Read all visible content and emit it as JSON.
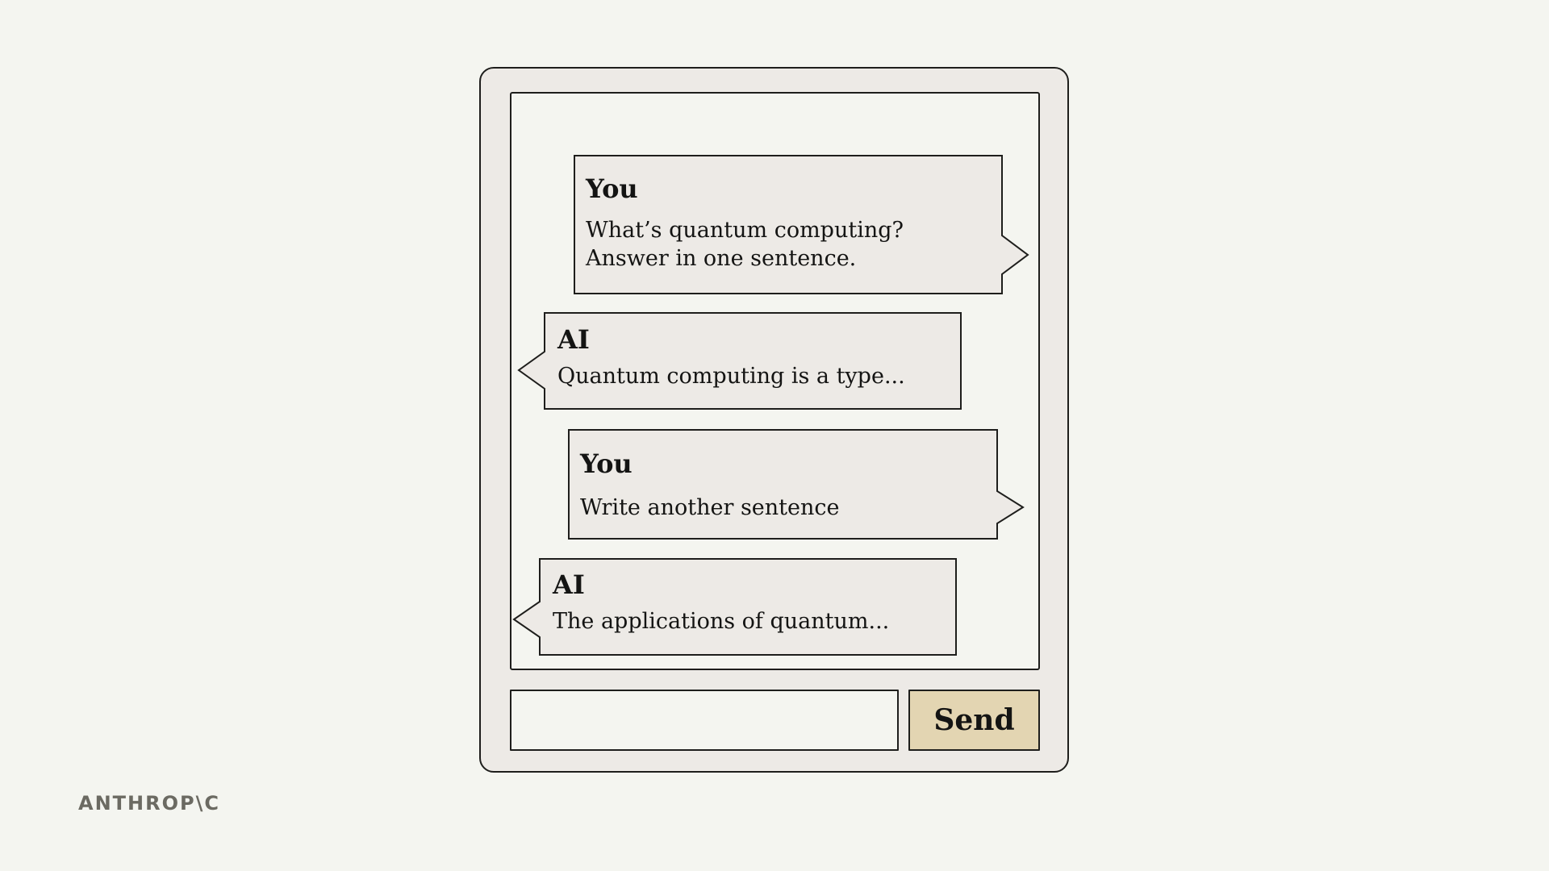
{
  "chat": {
    "messages": [
      {
        "role": "user",
        "sender": "You",
        "lines": [
          "What’s quantum computing?",
          "Answer in one sentence."
        ]
      },
      {
        "role": "assistant",
        "sender": "AI",
        "lines": [
          "Quantum computing is a type..."
        ]
      },
      {
        "role": "user",
        "sender": "You",
        "lines": [
          "Write another sentence"
        ]
      },
      {
        "role": "assistant",
        "sender": "AI",
        "lines": [
          "The applications of quantum..."
        ]
      }
    ]
  },
  "composer": {
    "input_value": "",
    "send_label": "Send"
  },
  "brand": {
    "logo_text": "ANTHROP\\C"
  },
  "colors": {
    "page_background": "#f4f5f0",
    "device_background": "#edeae6",
    "bubble_fill": "#edeae6",
    "send_button": "#e3d5b2",
    "outline": "#1e1e1c",
    "logo": "#6b6a62"
  }
}
